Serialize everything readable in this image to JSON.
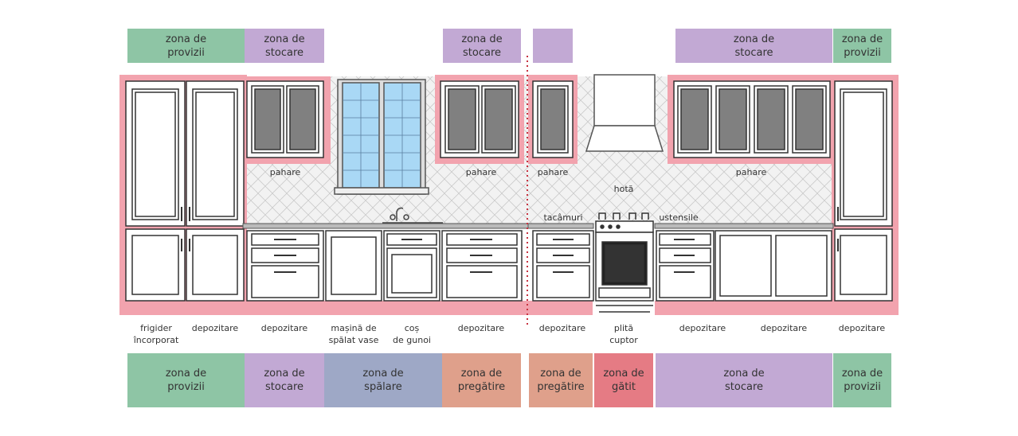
{
  "colors": {
    "provizii": "#8ec5a5",
    "stocare": "#c2a9d4",
    "spalare": "#9ea8c6",
    "pregatire": "#dfa08b",
    "gatit": "#e57b84",
    "highlight": "#f2a3ae",
    "glass": "#a9d8f5",
    "dark_panel": "#808080",
    "divider": "#c73240"
  },
  "top_zones": [
    {
      "kind": "provizii",
      "text": "zona de\nprovizii"
    },
    {
      "kind": "stocare",
      "text": "zona de\nstocare"
    },
    {
      "kind": "stocare",
      "text": "zona de\nstocare"
    },
    {
      "kind": "stocare",
      "text": ""
    },
    {
      "kind": "stocare",
      "text": "zona de\nstocare"
    },
    {
      "kind": "provizii",
      "text": "zona de\nprovizii"
    }
  ],
  "bottom_zones": [
    {
      "kind": "provizii",
      "text": "zona de\nprovizii"
    },
    {
      "kind": "stocare",
      "text": "zona de\nstocare"
    },
    {
      "kind": "spalare",
      "text": "zona de\nspălare"
    },
    {
      "kind": "pregatire",
      "text": "zona de\npregătire"
    },
    {
      "kind": "pregatire",
      "text": "zona de\npregătire"
    },
    {
      "kind": "gatit",
      "text": "zona de\ngătit"
    },
    {
      "kind": "stocare",
      "text": "zona de\nstocare"
    },
    {
      "kind": "provizii",
      "text": "zona de\nprovizii"
    }
  ],
  "upper_labels": [
    "pahare",
    "pahare",
    "pahare",
    "pahare",
    "hotă",
    "tacâmuri",
    "ustensile"
  ],
  "bottom_labels": [
    "frigider\nîncorporat",
    "depozitare",
    "depozitare",
    "mașină de\nspălat vase",
    "coș\nde gunoi",
    "depozitare",
    "depozitare",
    "plită\ncuptor",
    "depozitare",
    "depozitare",
    "depozitare"
  ]
}
